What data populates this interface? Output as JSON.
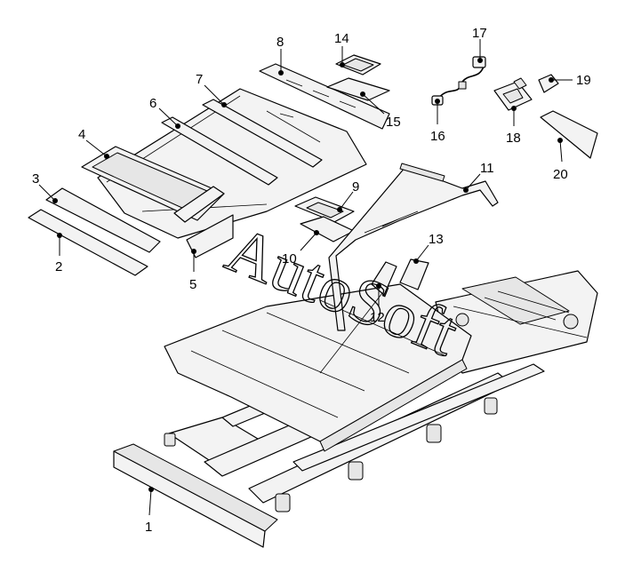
{
  "watermark": "AutoSoft",
  "callouts": [
    {
      "label": "1"
    },
    {
      "label": "2"
    },
    {
      "label": "3"
    },
    {
      "label": "4"
    },
    {
      "label": "5"
    },
    {
      "label": "6"
    },
    {
      "label": "7"
    },
    {
      "label": "8"
    },
    {
      "label": "9"
    },
    {
      "label": "10"
    },
    {
      "label": "11"
    },
    {
      "label": "12"
    },
    {
      "label": "13"
    },
    {
      "label": "14"
    },
    {
      "label": "15"
    },
    {
      "label": "16"
    },
    {
      "label": "17"
    },
    {
      "label": "18"
    },
    {
      "label": "19"
    },
    {
      "label": "20"
    }
  ]
}
